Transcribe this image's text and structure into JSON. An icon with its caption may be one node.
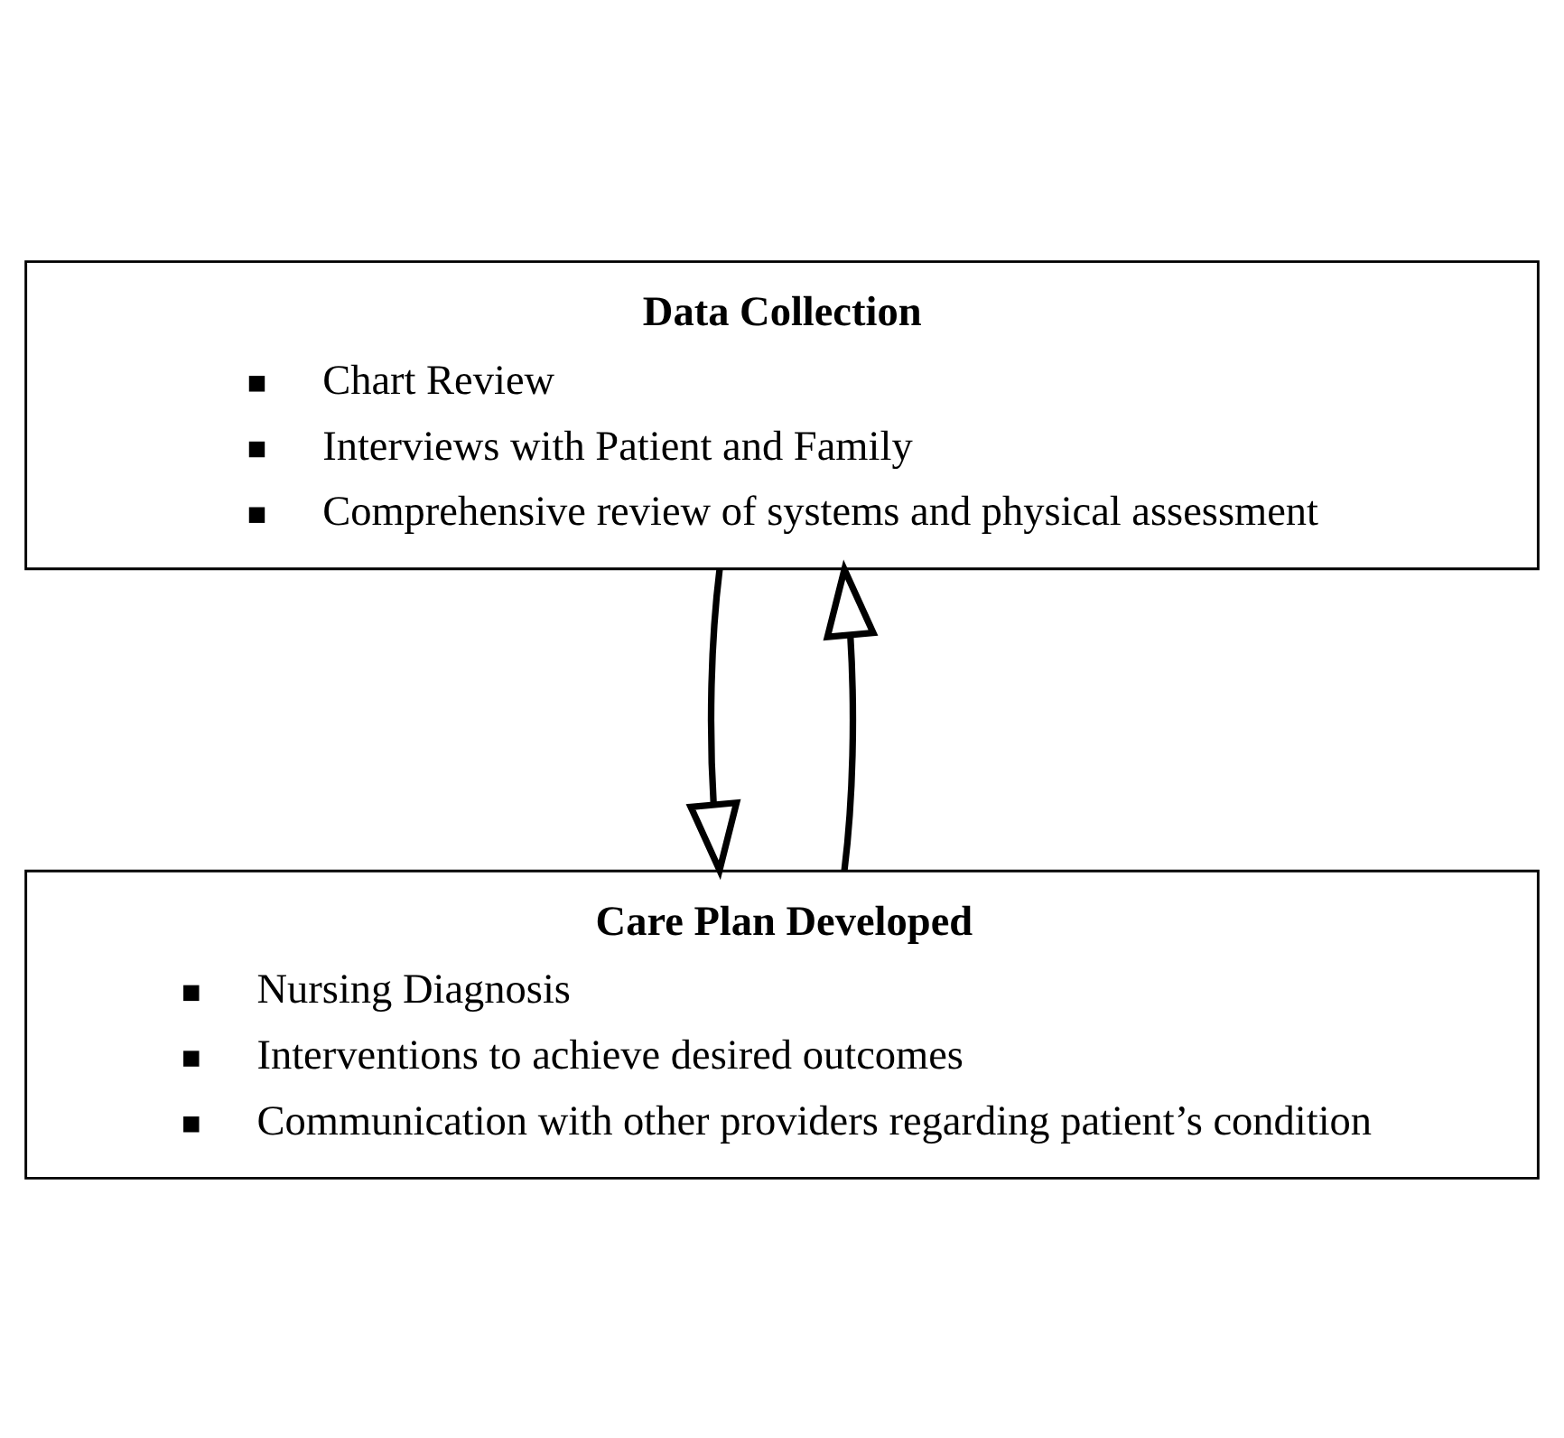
{
  "diagram": {
    "nodes": [
      {
        "text": [
          "Data Collection",
          "Chart Review",
          "Interviews with Patient and Family",
          "Comprehensive review of systems and physical assessment"
        ]
      },
      {
        "text": [
          "Care Plan Developed",
          "Nursing Diagnosis",
          "Interventions to achieve desired outcomes",
          "Communication with other providers regarding patient’s condition"
        ]
      }
    ],
    "edges": [
      {
        "from": 1,
        "to": 0,
        "arrow": "to"
      },
      {
        "from": 0,
        "to": 1,
        "arrow": "to"
      }
    ]
  }
}
